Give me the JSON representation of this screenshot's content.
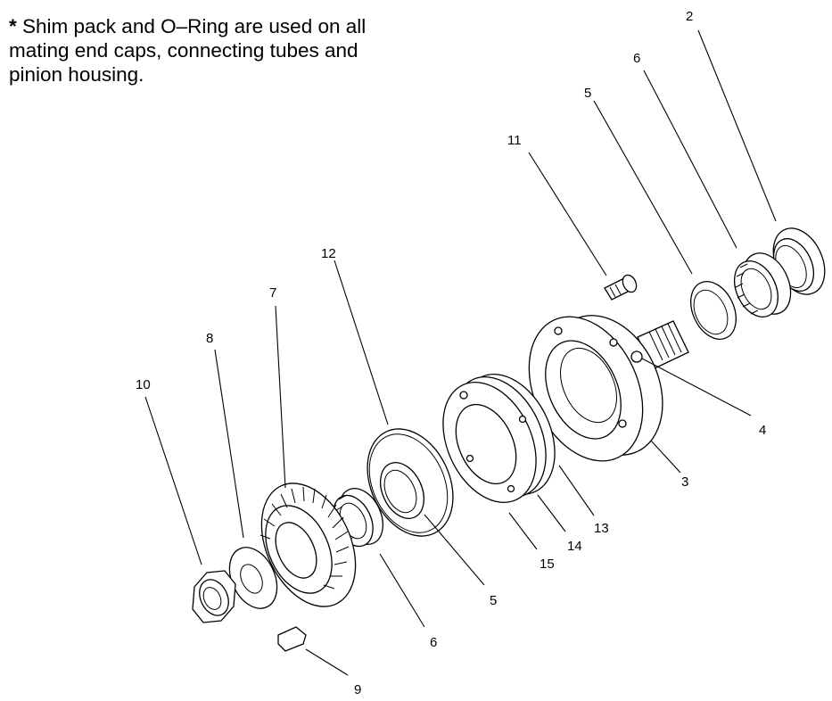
{
  "note": {
    "star": "*",
    "text": " Shim pack and O–Ring are used on all mating end caps, connecting tubes and pinion housing."
  },
  "callouts": [
    {
      "id": "c2",
      "label": "2"
    },
    {
      "id": "c6a",
      "label": "6"
    },
    {
      "id": "c5a",
      "label": "5"
    },
    {
      "id": "c11",
      "label": "11"
    },
    {
      "id": "c12",
      "label": "12"
    },
    {
      "id": "c7",
      "label": "7"
    },
    {
      "id": "c8",
      "label": "8"
    },
    {
      "id": "c10",
      "label": "10"
    },
    {
      "id": "c4",
      "label": "4"
    },
    {
      "id": "c3",
      "label": "3"
    },
    {
      "id": "c13",
      "label": "13"
    },
    {
      "id": "c14",
      "label": "14"
    },
    {
      "id": "c15",
      "label": "15"
    },
    {
      "id": "c5b",
      "label": "5"
    },
    {
      "id": "c6b",
      "label": "6"
    },
    {
      "id": "c9",
      "label": "9"
    }
  ]
}
